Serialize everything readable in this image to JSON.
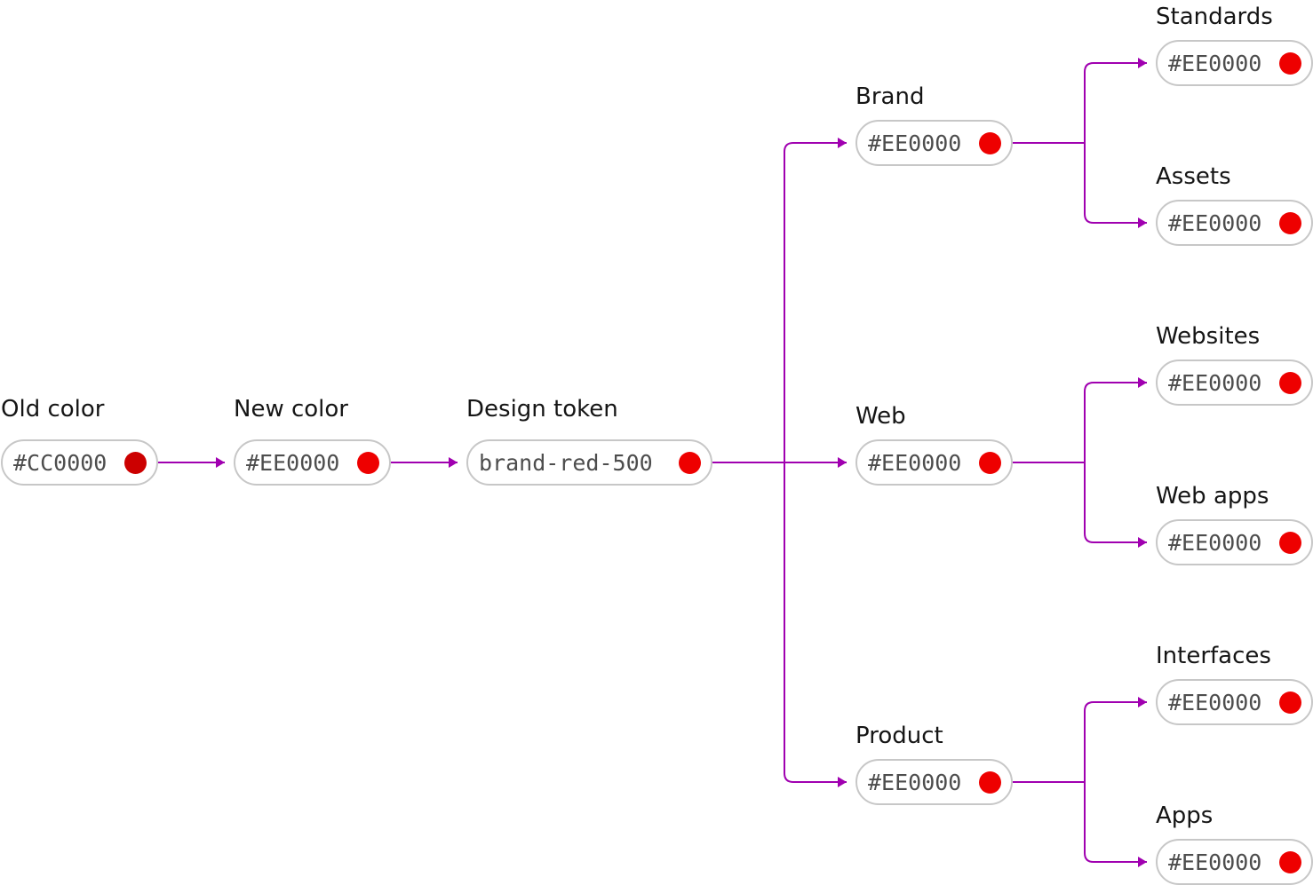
{
  "colors": {
    "connector": "#A000B0",
    "pill_border": "#C7C7C7",
    "old_swatch": "#CC0000",
    "new_swatch": "#EE0000"
  },
  "nodes": {
    "old_color": {
      "label": "Old color",
      "value": "#CC0000",
      "icon": "color-swatch-icon"
    },
    "new_color": {
      "label": "New color",
      "value": "#EE0000",
      "icon": "color-swatch-icon"
    },
    "design_token": {
      "label": "Design token",
      "value": "brand-red-500",
      "icon": "color-swatch-icon"
    },
    "brand": {
      "label": "Brand",
      "value": "#EE0000"
    },
    "web": {
      "label": "Web",
      "value": "#EE0000"
    },
    "product": {
      "label": "Product",
      "value": "#EE0000"
    },
    "standards": {
      "label": "Standards",
      "value": "#EE0000"
    },
    "assets": {
      "label": "Assets",
      "value": "#EE0000"
    },
    "websites": {
      "label": "Websites",
      "value": "#EE0000"
    },
    "web_apps": {
      "label": "Web apps",
      "value": "#EE0000"
    },
    "interfaces": {
      "label": "Interfaces",
      "value": "#EE0000"
    },
    "apps": {
      "label": "Apps",
      "value": "#EE0000"
    }
  }
}
